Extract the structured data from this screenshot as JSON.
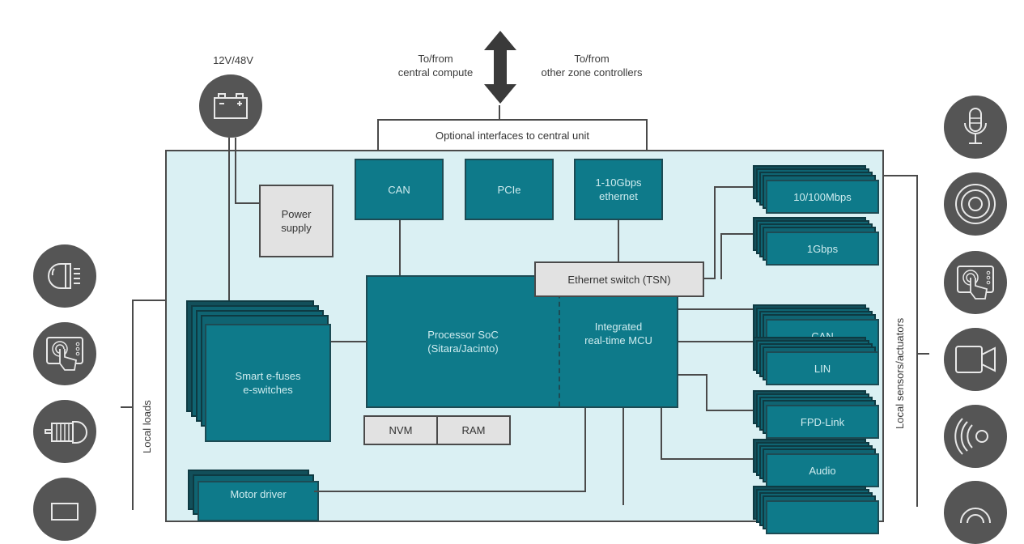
{
  "top": {
    "power_source_label": "12V/48V",
    "arrow_left_label_line1": "To/from",
    "arrow_left_label_line2": "central compute",
    "arrow_right_label_line1": "To/from",
    "arrow_right_label_line2": "other zone controllers",
    "optional_interfaces": "Optional interfaces to central unit"
  },
  "blocks": {
    "can_top": "CAN",
    "pcie": "PCIe",
    "eth_line1": "1-10Gbps",
    "eth_line2": "ethernet",
    "power_supply_line1": "Power",
    "power_supply_line2": "supply",
    "eth_switch": "Ethernet switch (TSN)",
    "soc_line1": "Processor SoC",
    "soc_line2": "(Sitara/Jacinto)",
    "mcu_line1": "Integrated",
    "mcu_line2": "real-time MCU",
    "efuse_line1": "Smart e-fuses",
    "efuse_line2": "e-switches",
    "nvm": "NVM",
    "ram": "RAM",
    "motor_driver": "Motor driver"
  },
  "right_interfaces": [
    {
      "label": "10/100Mbps"
    },
    {
      "label": "1Gbps"
    },
    {
      "label": "CAN"
    },
    {
      "label": "LIN"
    },
    {
      "label": "FPD-Link"
    },
    {
      "label": "Audio"
    },
    {
      "label": ""
    }
  ],
  "side_labels": {
    "left": "Local loads",
    "right": "Local sensors/actuators"
  },
  "icons": {
    "top": "battery-icon",
    "left": [
      "headlight-icon",
      "touchscreen-icon",
      "motor-icon",
      "device-icon"
    ],
    "right": [
      "microphone-icon",
      "speaker-icon",
      "touchscreen-icon",
      "camera-icon",
      "radar-icon",
      "sensor-icon"
    ]
  },
  "colors": {
    "teal": "#0e7a8a",
    "zone_bg": "#daf0f3",
    "icon_bg": "#555555",
    "gray_block": "#e2e2e2"
  }
}
